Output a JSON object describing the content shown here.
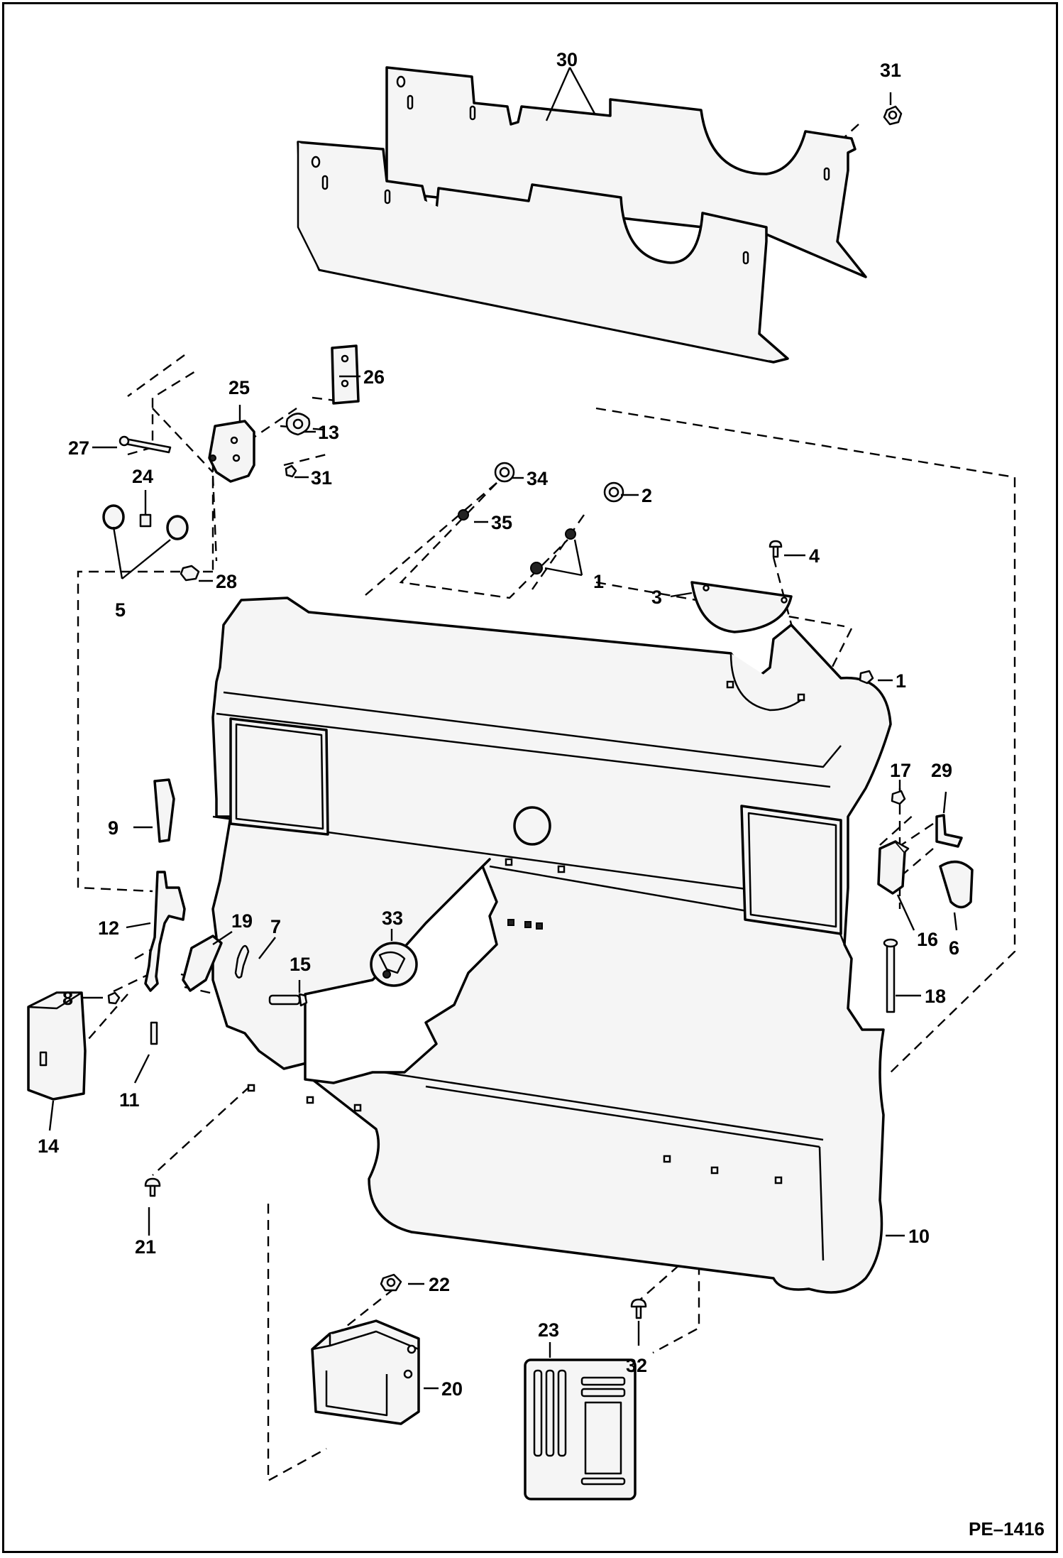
{
  "figure_code": "PE–1416",
  "callouts": {
    "c1a": "1",
    "c1b": "1",
    "c2": "2",
    "c3": "3",
    "c4": "4",
    "c5": "5",
    "c6": "6",
    "c7": "7",
    "c8": "8",
    "c9": "9",
    "c10": "10",
    "c11": "11",
    "c12": "12",
    "c13": "13",
    "c14": "14",
    "c15": "15",
    "c16": "16",
    "c17": "17",
    "c18": "18",
    "c19": "19",
    "c20": "20",
    "c21": "21",
    "c22": "22",
    "c23": "23",
    "c24": "24",
    "c25": "25",
    "c26": "26",
    "c27": "27",
    "c28": "28",
    "c29": "29",
    "c30": "30",
    "c31a": "31",
    "c31b": "31",
    "c32": "32",
    "c33": "33",
    "c34": "34",
    "c35": "35"
  }
}
